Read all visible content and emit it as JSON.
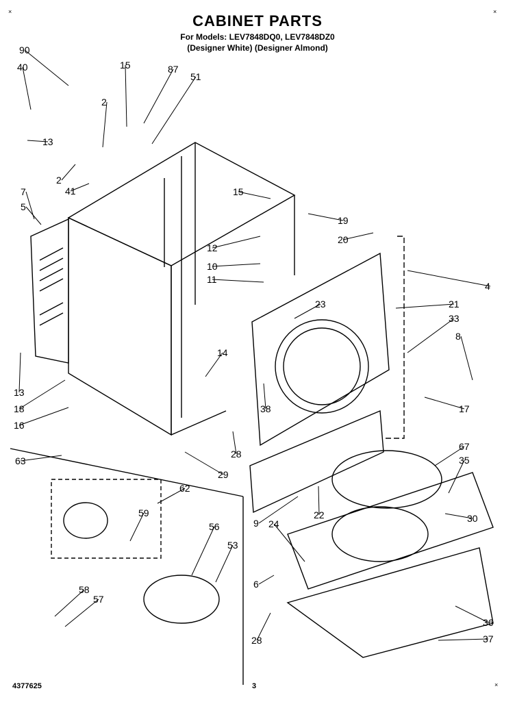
{
  "title": "CABINET PARTS",
  "models_line": "For Models: LEV7848DQ0, LEV7848DZ0",
  "colors_line": "(Designer White) (Designer Almond)",
  "footer_left": "4377625",
  "footer_page": "3",
  "corner_mark": "×",
  "callouts": [
    "90",
    "40",
    "15",
    "87",
    "51",
    "2",
    "13",
    "2",
    "41",
    "7",
    "5",
    "15",
    "19",
    "12",
    "20",
    "10",
    "11",
    "4",
    "23",
    "21",
    "33",
    "8",
    "13",
    "14",
    "18",
    "16",
    "38",
    "17",
    "28",
    "29",
    "63",
    "62",
    "67",
    "35",
    "59",
    "9",
    "22",
    "30",
    "24",
    "56",
    "53",
    "6",
    "58",
    "57",
    "36",
    "28",
    "37"
  ]
}
